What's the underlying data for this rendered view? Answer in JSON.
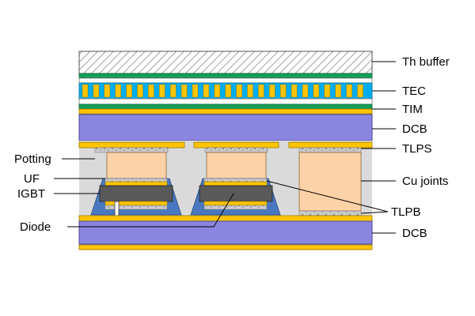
{
  "labels": {
    "th_buffer": "Th buffer",
    "tec": "TEC",
    "tim": "TIM",
    "dcb_top": "DCB",
    "tlps": "TLPS",
    "cu_joints": "Cu joints",
    "tlpb": "TLPB",
    "dcb_bottom": "DCB",
    "potting": "Potting",
    "uf": "UF",
    "igbt": "IGBT",
    "diode": "Diode"
  },
  "colors": {
    "dcb": "#8a86e0",
    "copper_yellow": "#ffc400",
    "tec_cyan": "#00aeef",
    "tec_green": "#12a058",
    "cu_joint": "#fcd2a8",
    "potting": "#dadada",
    "underfill": "#4a78c0",
    "chip": "#595959",
    "bond": "#c8c8c8"
  }
}
